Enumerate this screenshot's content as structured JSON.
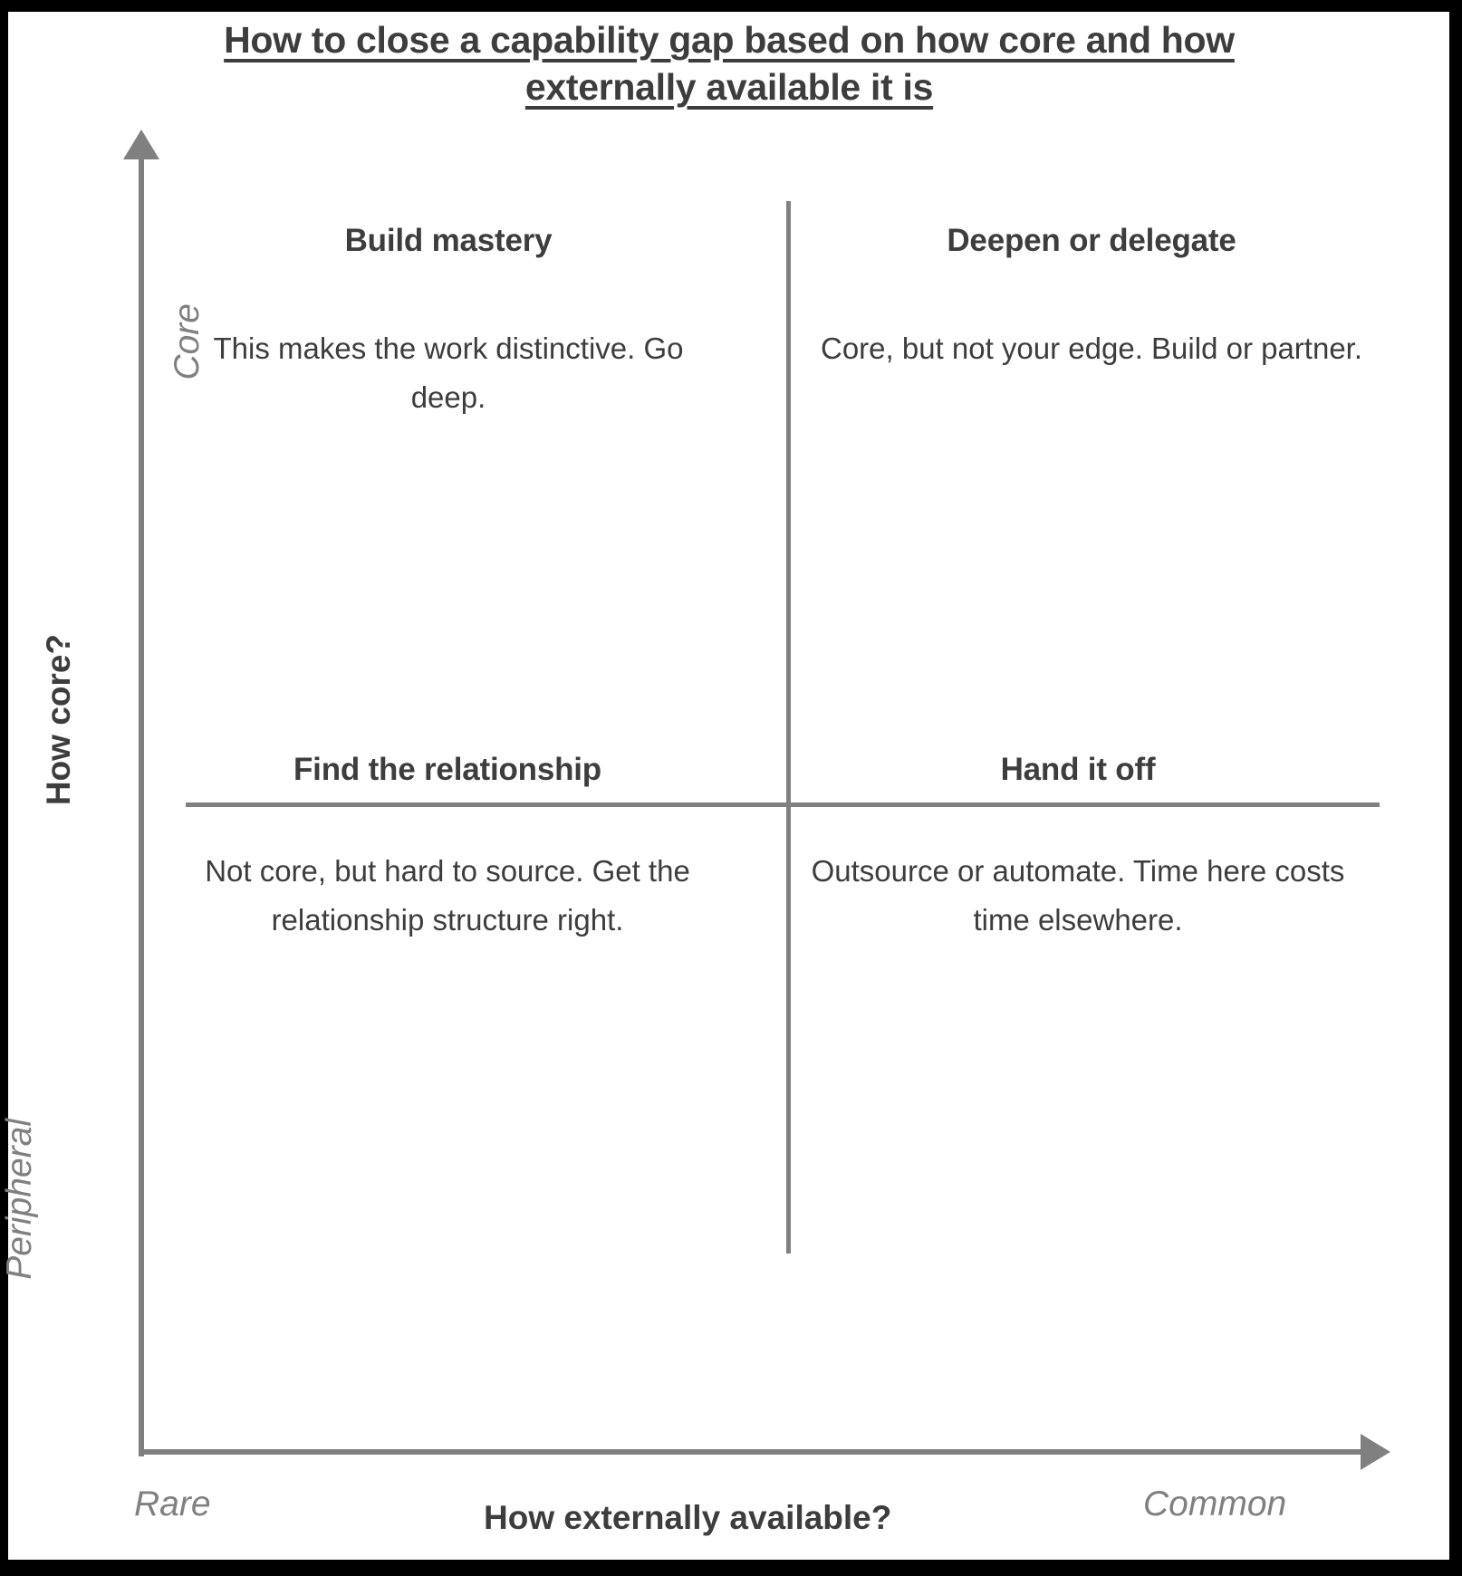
{
  "chart_data": {
    "type": "table",
    "title": "How to close a capability gap based on how core and how externally available it is",
    "xlabel": "How externally available?",
    "ylabel": "How core?",
    "x_axis_low_label": "Rare",
    "x_axis_high_label": "Common",
    "y_axis_low_label": "Peripheral",
    "y_axis_high_label": "Core",
    "grid": false,
    "legend": "none",
    "quadrants": [
      {
        "position": "top-left",
        "x": "Rare",
        "y": "Core",
        "title": "Build mastery",
        "body": "This makes the work distinctive. Go deep."
      },
      {
        "position": "top-right",
        "x": "Common",
        "y": "Core",
        "title": "Deepen or delegate",
        "body": "Core, but not your edge. Build or partner."
      },
      {
        "position": "bottom-left",
        "x": "Rare",
        "y": "Peripheral",
        "title": "Find the relationship",
        "body": "Not core, but hard to source. Get the relationship structure right."
      },
      {
        "position": "bottom-right",
        "x": "Common",
        "y": "Peripheral",
        "title": "Hand it off",
        "body": "Outsource or automate. Time here costs time elsewhere."
      }
    ]
  },
  "title": {
    "text": "How to close a capability gap based on how core and how externally available it is"
  },
  "axes": {
    "y": {
      "title": "How core?",
      "high_label": "Core",
      "low_label": "Peripheral"
    },
    "x": {
      "title": "How externally available?",
      "low_label": "Rare",
      "high_label": "Common"
    }
  },
  "quadrants": {
    "top_left": {
      "title": "Build mastery",
      "body": "This makes the work distinctive. Go deep."
    },
    "top_right": {
      "title": "Deepen or delegate",
      "body": "Core, but not your edge. Build or partner."
    },
    "bottom_left": {
      "title": "Find the relationship",
      "body": "Not core, but hard to source. Get the relationship structure right."
    },
    "bottom_right": {
      "title": "Hand it off",
      "body": "Outsource or automate. Time here costs time elsewhere."
    }
  },
  "colors": {
    "text_dark": "#3d3d3d",
    "text_muted": "#808080",
    "line": "#808080",
    "border": "#000000",
    "background": "#ffffff"
  }
}
